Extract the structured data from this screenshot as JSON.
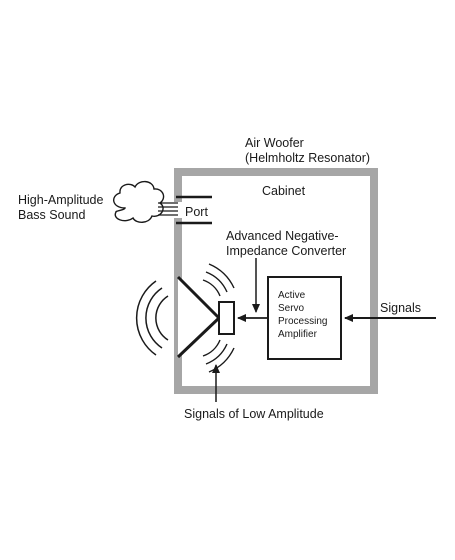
{
  "diagram": {
    "labels": {
      "title_line1": "Air Woofer",
      "title_line2": "(Helmholtz Resonator)",
      "cabinet": "Cabinet",
      "port": "Port",
      "bass_line1": "High-Amplitude",
      "bass_line2": "Bass Sound",
      "converter_line1": "Advanced Negative-",
      "converter_line2": "Impedance Converter",
      "amp_line1": "Active",
      "amp_line2": "Servo",
      "amp_line3": "Processing",
      "amp_line4": "Amplifier",
      "signals": "Signals",
      "low_amplitude": "Signals of Low Amplitude"
    },
    "colors": {
      "cabinet_wall": "#a6a6a6",
      "ink": "#1a1a1a",
      "background": "#ffffff"
    },
    "icons": [
      "cloud-icon",
      "speaker-cone-icon",
      "sound-wave-icon",
      "arrow-icon"
    ]
  }
}
